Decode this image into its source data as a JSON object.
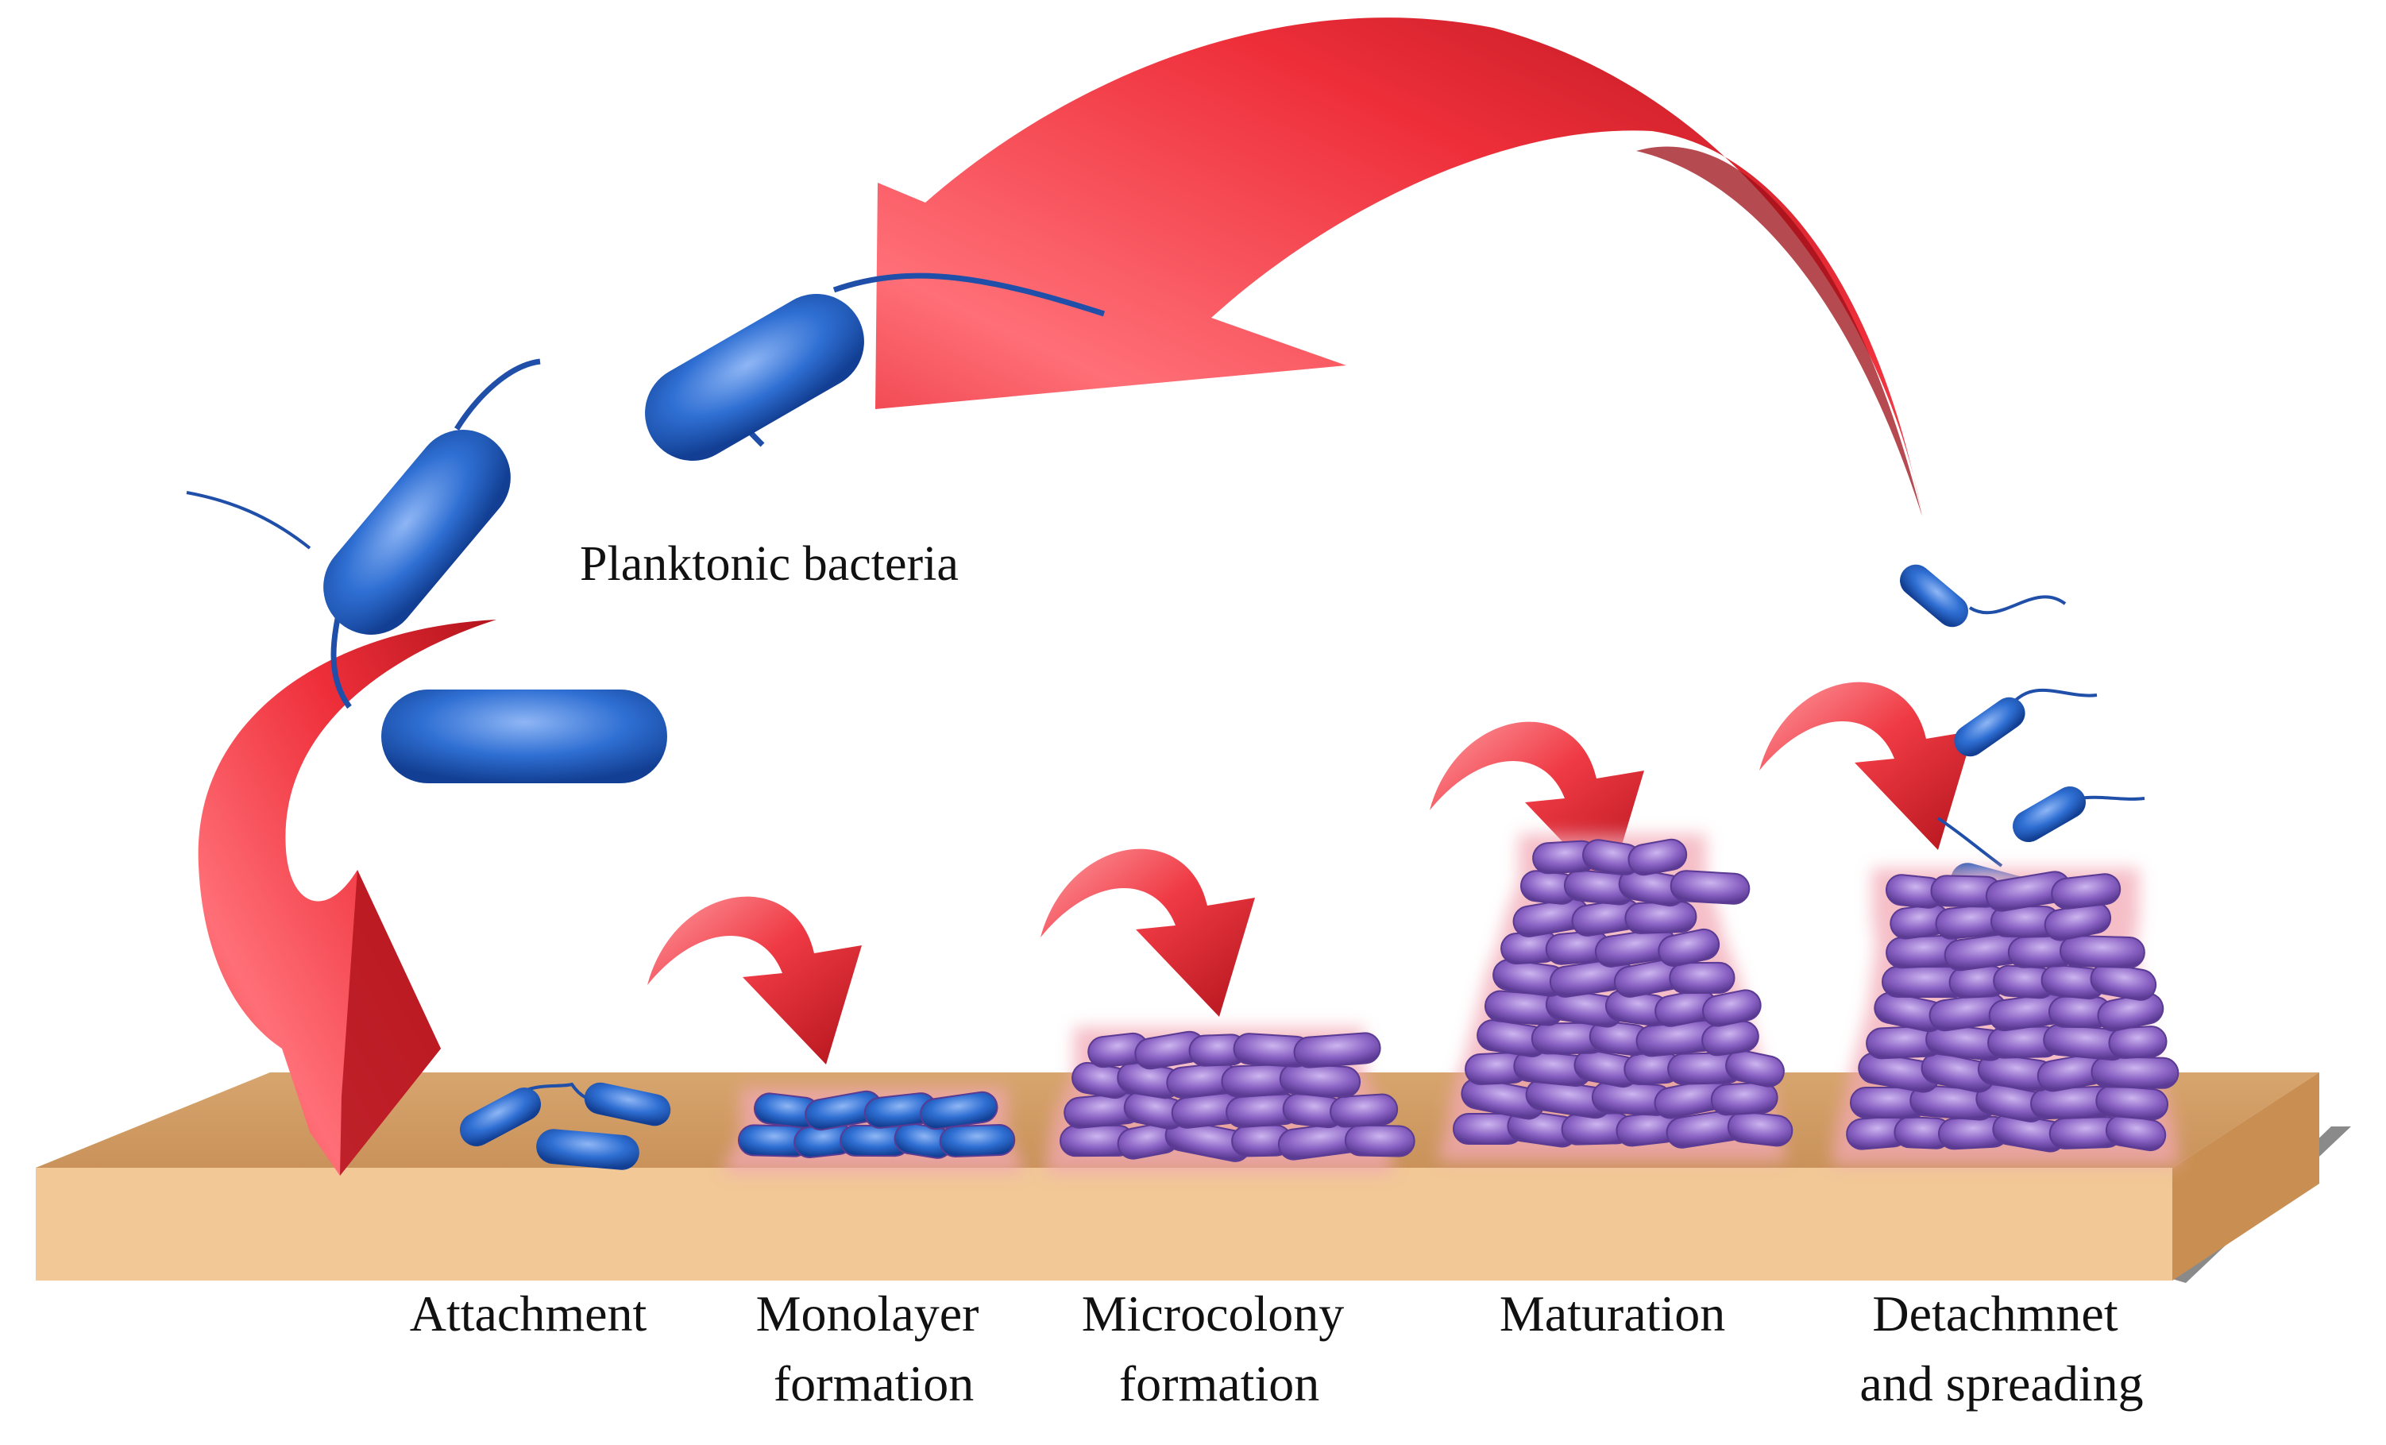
{
  "diagram": {
    "center_label": "Planktonic bacteria",
    "stages": [
      {
        "lines": [
          "Attachment"
        ]
      },
      {
        "lines": [
          "Monolayer",
          "formation"
        ]
      },
      {
        "lines": [
          "Microcolony",
          "formation"
        ]
      },
      {
        "lines": [
          "Maturation"
        ]
      },
      {
        "lines": [
          "Detachmnet",
          "and spreading"
        ]
      }
    ],
    "colors": {
      "arrow": "#e8313b",
      "arrow_dark": "#b3141c",
      "bacterium_blue": "#1f5fc6",
      "biofilm_purple": "#8a62c4",
      "matrix_pink": "#f2a9b5",
      "surface": "#f1c896",
      "surface_shadow": "#7a7a7a"
    }
  }
}
